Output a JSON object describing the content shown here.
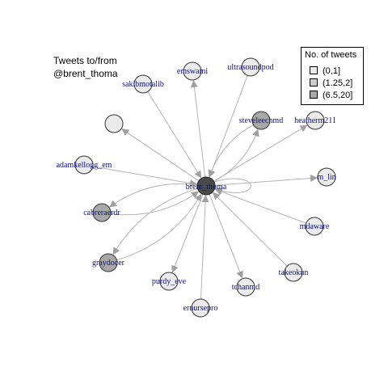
{
  "title": {
    "line1": "Tweets to/from",
    "line2": "@brent_thoma"
  },
  "legend": {
    "title": "No. of tweets",
    "items": [
      {
        "label": "(0,1]",
        "color": "#ebebeb"
      },
      {
        "label": "(1.25,2]",
        "color": "#cfcfcf"
      },
      {
        "label": "(6.5,20]",
        "color": "#a8a8a8"
      }
    ]
  },
  "colors": {
    "edge": "#b4b4b4",
    "node_stroke": "#333333",
    "label": "#101080",
    "hub_fill": "#4a4a4a"
  },
  "center": {
    "name": "brent_thoma"
  },
  "nodes": [
    {
      "name": "emswami",
      "tier": 0,
      "dir": "out"
    },
    {
      "name": "ultrasoundpod",
      "tier": 0,
      "dir": "in"
    },
    {
      "name": "sakibmotalib",
      "tier": 0,
      "dir": "in"
    },
    {
      "name": "",
      "tier": 0,
      "dir": "out"
    },
    {
      "name": "steveleechmd",
      "tier": 2,
      "dir": "both"
    },
    {
      "name": "heatherm211",
      "tier": 0,
      "dir": "out"
    },
    {
      "name": "adamkellogg_em",
      "tier": 0,
      "dir": "in"
    },
    {
      "name": "m_lin",
      "tier": 0,
      "dir": "out"
    },
    {
      "name": "cabreraerdr",
      "tier": 2,
      "dir": "both"
    },
    {
      "name": "mdaware",
      "tier": 0,
      "dir": "in"
    },
    {
      "name": "graydocer",
      "tier": 2,
      "dir": "both"
    },
    {
      "name": "takeokun",
      "tier": 0,
      "dir": "in"
    },
    {
      "name": "purdy_eve",
      "tier": 0,
      "dir": "out"
    },
    {
      "name": "tchanmd",
      "tier": 0,
      "dir": "out"
    },
    {
      "name": "ernursepro",
      "tier": 0,
      "dir": "in"
    }
  ]
}
